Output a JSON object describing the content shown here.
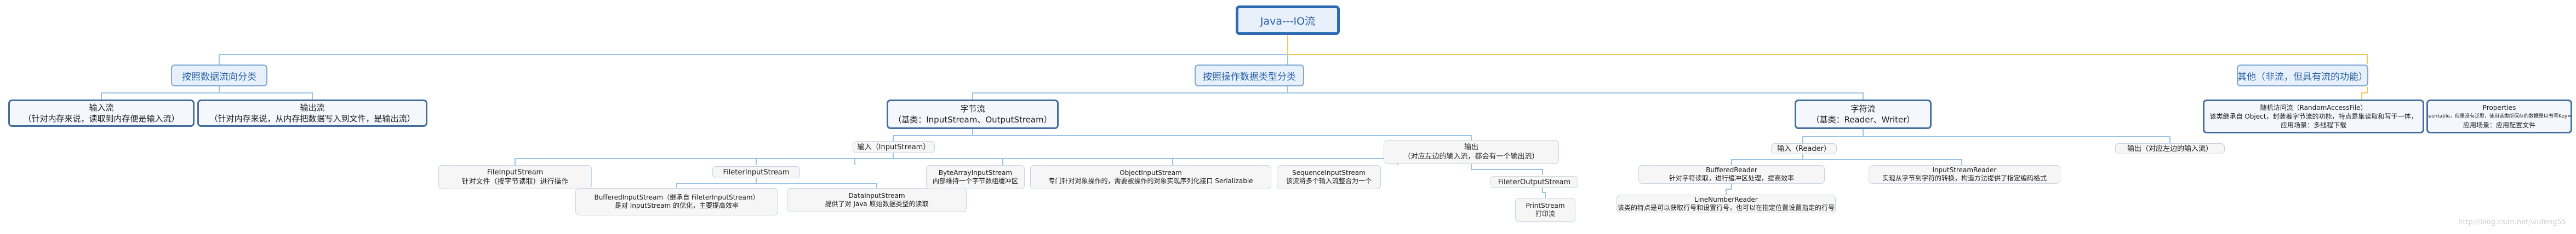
{
  "root": {
    "label": "Java---IO流"
  },
  "branches": {
    "direction": {
      "label": "按照数据流向分类"
    },
    "type": {
      "label": "按照操作数据类型分类"
    },
    "other": {
      "label": "其他（非流，但具有流的功能）"
    }
  },
  "direction_children": {
    "input": {
      "title": "输入流",
      "desc": "（针对内存来说，读取到内存便是输入流）"
    },
    "output": {
      "title": "输出流",
      "desc": "（针对内存来说，从内存把数据写入到文件，是输出流）"
    }
  },
  "byte_stream": {
    "title": "字节流",
    "desc": "（基类：InputStream、OutputStream）"
  },
  "char_stream": {
    "title": "字符流",
    "desc": "（基类：Reader、Writer）"
  },
  "byte_input": {
    "label": "输入（InputStream）"
  },
  "byte_output": {
    "title": "输出",
    "desc": "（对应左边的输入流，都会有一个输出流）"
  },
  "byte_input_children": {
    "file_input_stream": {
      "title": "FileInputStream",
      "desc": "针对文件（按字节读取）进行操作"
    },
    "filter_input_stream": {
      "label": "FileterInputStream"
    },
    "buffered_input_stream": {
      "title": "BufferedInputStream（继承自 FileterInputStream）",
      "desc": "是对 InputStream 的优化，主要提高效率"
    },
    "data_input_stream": {
      "title": "DataInputStream",
      "desc": "提供了对 Java 原始数据类型的读取"
    },
    "byte_array_input_stream": {
      "title": "ByteArrayInputStream",
      "desc": "内部维持一个字节数组缓冲区"
    },
    "object_input_stream": {
      "title": "ObjectInputStream",
      "desc": "专门针对对象操作的，需要被操作的对象实现序列化接口 Serializable"
    },
    "sequence_input_stream": {
      "title": "SequenceInputStream",
      "desc": "该流将多个输入流整合为一个"
    }
  },
  "byte_output_children": {
    "filter_output_stream": {
      "label": "FileterOutputStream"
    },
    "print_stream": {
      "title": "PrintStream",
      "desc": "打印流"
    }
  },
  "char_input": {
    "label": "输入（Reader）"
  },
  "char_output": {
    "label": "输出（对应左边的输入流）"
  },
  "char_input_children": {
    "buffered_reader": {
      "title": "BufferedReader",
      "desc": "针对字符读取，进行缓冲区处理，提高效率"
    },
    "input_stream_reader": {
      "title": "InputStreamReader",
      "desc": "实现从字节到字符的转换，构造方法提供了指定编码格式"
    },
    "line_number_reader": {
      "title": "LineNumberReader",
      "desc": "该类的特点是可以获取行号和设置行号，也可以在指定位置设置指定的行号"
    }
  },
  "other_children": {
    "random_access_file": {
      "title": "随机访问流（RandomAccessFile）",
      "desc1": "该类继承自 Object，封装着字节流的功能，特点是集读取和写于一体，",
      "desc2": "应用场景：多线程下载"
    },
    "properties": {
      "title": "Properties",
      "desc1": "该类继承自 Hashtable，但是没有泛型，使用该类所保存的数据是以书写Key=Value形式，",
      "desc2": "应用场景：应用配置文件"
    }
  },
  "watermark": "http://blog.csdn.net/wufeng55",
  "colors": {
    "root_border": "#2f6bb3",
    "l1_border": "#7ea6d6",
    "l2_border": "#466f9e",
    "leaf_border": "#c7d3e1",
    "line": "#9cc3e4",
    "line_gold": "#f0c75a"
  }
}
